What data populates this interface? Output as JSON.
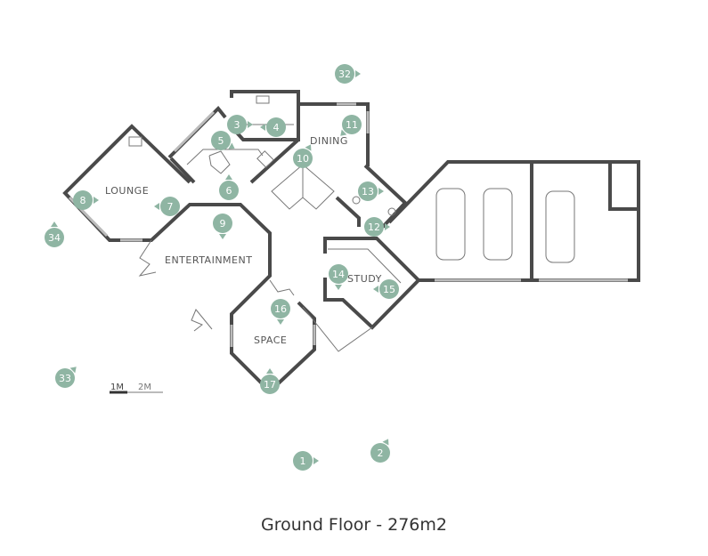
{
  "title": "Ground Floor - 276m2",
  "rooms": {
    "lounge": "LOUNGE",
    "dining": "DINING",
    "entertainment": "ENTERTAINMENT",
    "study": "STUDY",
    "space": "SPACE"
  },
  "scale": {
    "one": "1M",
    "two": "2M"
  },
  "markers": [
    "1",
    "2",
    "3",
    "4",
    "5",
    "6",
    "7",
    "8",
    "9",
    "10",
    "11",
    "12",
    "13",
    "14",
    "15",
    "16",
    "17",
    "32",
    "33",
    "34"
  ],
  "colors": {
    "marker": "#8fb5a3",
    "wall": "#4a4a4a"
  }
}
